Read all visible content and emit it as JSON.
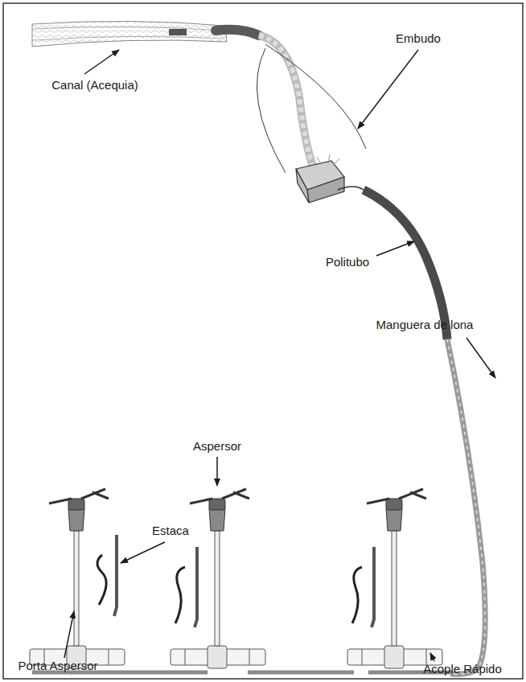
{
  "diagram": {
    "labels": [
      "Canal (Acequia)",
      "Embudo",
      "Politubo",
      "Manguera de lona",
      "Aspersor",
      "Estaca",
      "Porta Aspersor",
      "Acople Rápido"
    ]
  }
}
